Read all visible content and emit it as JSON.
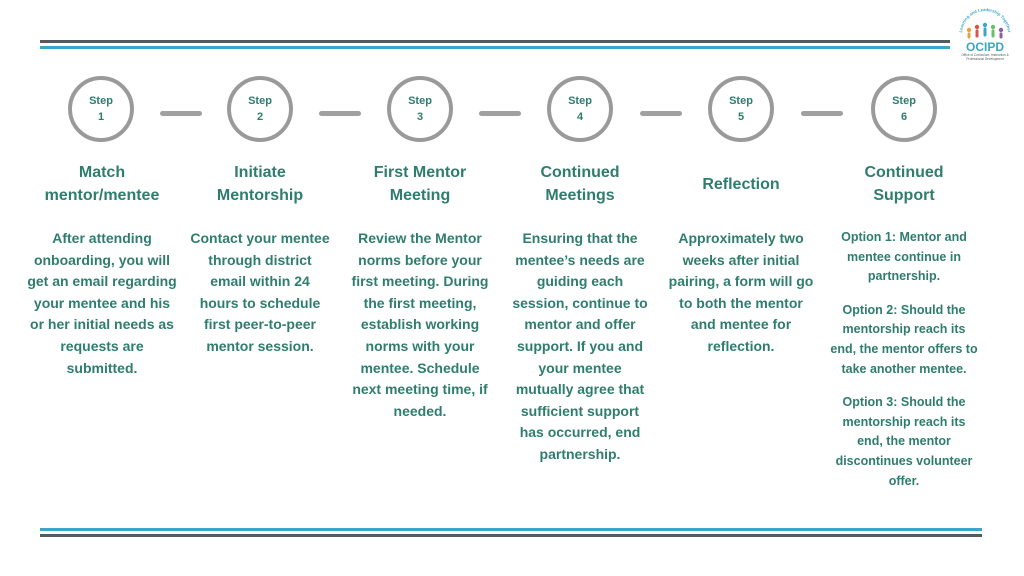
{
  "logo": {
    "arc_text": "Learning and Leadership Together",
    "brand": "OCIPD",
    "subtitle": "Office of Curriculum, Instruction & Professional Development",
    "colors": [
      "#e9a23b",
      "#d9534f",
      "#3aa6c9",
      "#6abf69",
      "#8e5ea2"
    ]
  },
  "colors": {
    "text": "#2e7d6e",
    "circle": "#9a9a9a",
    "rule_blue": "#3aa6c9",
    "rule_dark": "#555a5e"
  },
  "steps": [
    {
      "word": "Step",
      "num": "1",
      "title": "Match\nmentor/mentee",
      "desc": "After attending onboarding, you will get an email regarding your mentee and his or her initial needs as requests are submitted."
    },
    {
      "word": "Step",
      "num": "2",
      "title": "Initiate\nMentorship",
      "desc": "Contact your mentee through district email within 24 hours to schedule first peer-to-peer mentor session."
    },
    {
      "word": "Step",
      "num": "3",
      "title": "First Mentor\nMeeting",
      "desc": "Review the Mentor norms before your first meeting. During the first meeting, establish working norms with your mentee. Schedule next meeting time, if needed."
    },
    {
      "word": "Step",
      "num": "4",
      "title": "Continued\nMeetings",
      "desc": "Ensuring that the mentee’s needs are guiding each session, continue to mentor and offer support.  If you and your mentee mutually agree that sufficient support has occurred, end partnership."
    },
    {
      "word": "Step",
      "num": "5",
      "title": "Reflection",
      "desc": "Approximately two weeks after initial pairing, a form will go to both the mentor and mentee for reflection."
    },
    {
      "word": "Step",
      "num": "6",
      "title": "Continued\nSupport",
      "options": [
        "Option 1: Mentor and mentee continue in partnership.",
        "Option 2: Should the mentorship  reach its end, the mentor offers to take another mentee.",
        "Option 3:  Should the mentorship reach its end, the mentor discontinues volunteer offer."
      ]
    }
  ]
}
